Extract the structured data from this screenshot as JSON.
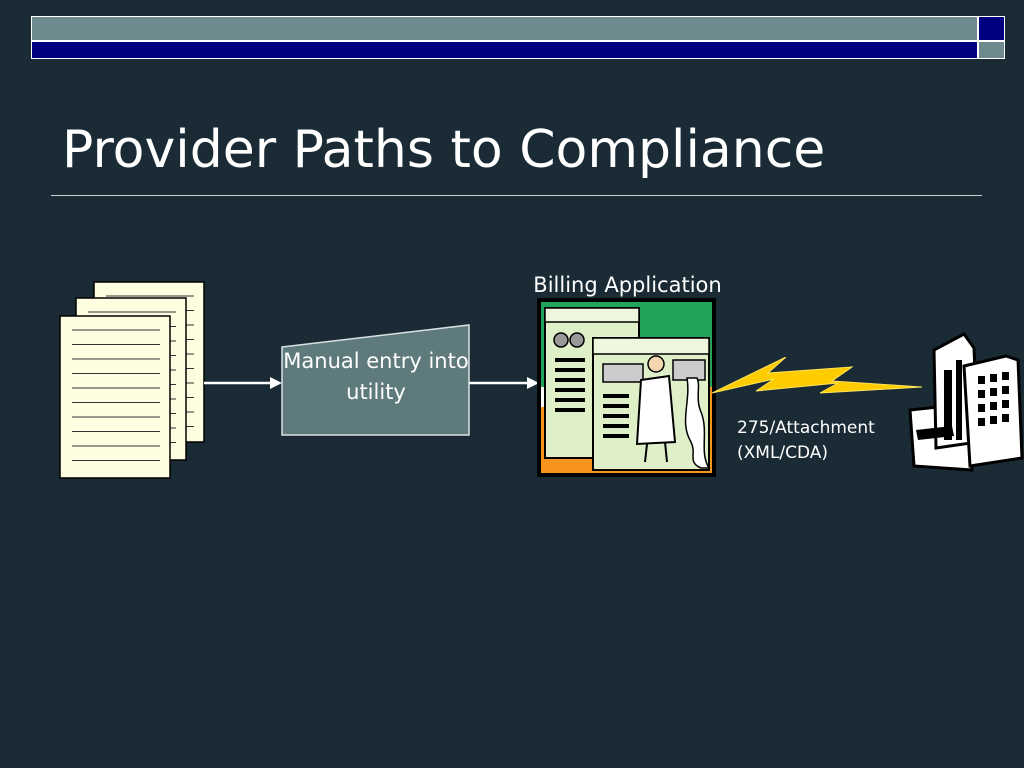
{
  "slide": {
    "title": "Provider Paths to Compliance"
  },
  "diagram": {
    "manual_entry": "Manual entry into utility",
    "billing_label": "Billing Application",
    "attachment_line1": "275/Attachment",
    "attachment_line2": "(XML/CDA)"
  },
  "colors": {
    "background": "#1a2b35",
    "bar_gray": "#6e8a8e",
    "bar_navy": "#000080",
    "document": "#fefde0",
    "box": "#5f7a7d",
    "bolt": "#ffcc00"
  },
  "icons": [
    "document-stack-icon",
    "arrow-right-icon",
    "billing-application-icon",
    "lightning-bolt-icon",
    "buildings-icon"
  ]
}
